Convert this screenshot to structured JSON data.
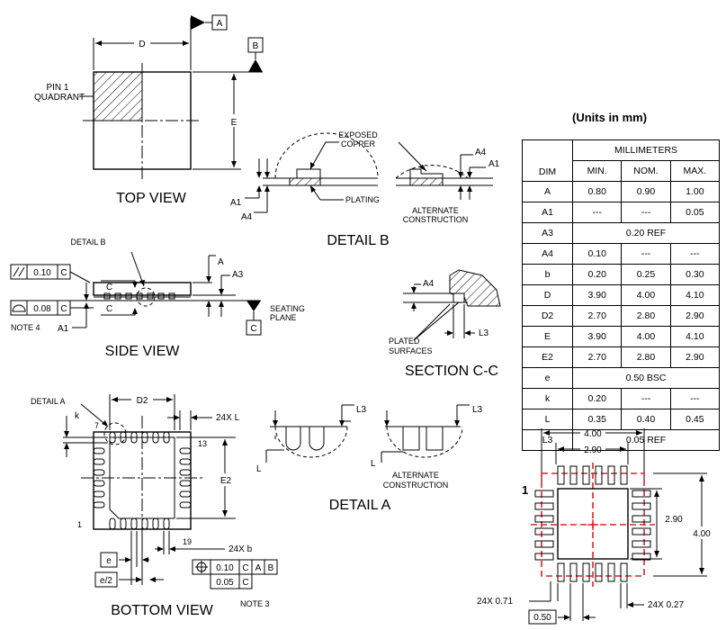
{
  "views": {
    "top_view": "TOP VIEW",
    "side_view": "SIDE VIEW",
    "bottom_view": "BOTTOM VIEW",
    "detail_b": "DETAIL B",
    "section_cc": "SECTION C-C",
    "detail_a": "DETAIL A"
  },
  "top_view": {
    "datum_a": "A",
    "datum_b": "B",
    "dim_d": "D",
    "dim_e": "E",
    "pin1_line1": "PIN 1",
    "pin1_line2": "QUADRANT"
  },
  "detail_b": {
    "exposed_line1": "EXPOSED",
    "exposed_line2": "COPPER",
    "plating": "PLATING",
    "alt_line1": "ALTERNATE",
    "alt_line2": "CONSTRUCTION",
    "a1_left": "A1",
    "a4_left": "A4",
    "a4_right": "A4",
    "a1_right": "A1"
  },
  "side_view": {
    "detail_b": "DETAIL B",
    "dim_a": "A",
    "dim_a3": "A3",
    "dim_a1": "A1",
    "section_c_top": "C",
    "section_c_bottom": "C",
    "fcf1_value": "0.10",
    "fcf1_datum": "C",
    "fcf2_value": "0.08",
    "fcf2_datum": "C",
    "note4": "NOTE 4",
    "seating_line1": "SEATING",
    "seating_line2": "PLANE",
    "datum_c": "C"
  },
  "section_cc": {
    "a4": "A4",
    "l3": "L3",
    "plated_line1": "PLATED",
    "plated_line2": "SURFACES"
  },
  "bottom_view": {
    "detail_a": "DETAIL A",
    "dim_k": "k",
    "dim_d2": "D2",
    "dim_24xl": "24X L",
    "dim_e2": "E2",
    "pin_7": "7",
    "pin_13": "13",
    "pin_1": "1",
    "pin_19": "19",
    "dim_24xb": "24X b",
    "dim_e": "e",
    "dim_e_half": "e/2",
    "fcf_value1": "0.10",
    "fcf_c": "C",
    "fcf_a": "A",
    "fcf_b": "B",
    "fcf_value2": "0.05",
    "fcf_c2": "C",
    "note3": "NOTE 3"
  },
  "detail_a": {
    "l3_left": "L3",
    "l3_right": "L3",
    "l_left": "L",
    "l_right": "L",
    "alt_line1": "ALTERNATE",
    "alt_line2": "CONSTRUCTION"
  },
  "table": {
    "units": "(Units in mm)",
    "group_header": "MILLIMETERS",
    "col_dim": "DIM",
    "col_min": "MIN.",
    "col_nom": "NOM.",
    "col_max": "MAX.",
    "rows": [
      {
        "dim": "A",
        "min": "0.80",
        "nom": "0.90",
        "max": "1.00"
      },
      {
        "dim": "A1",
        "min": "---",
        "nom": "---",
        "max": "0.05"
      },
      {
        "dim": "A3",
        "span": "0.20 REF"
      },
      {
        "dim": "A4",
        "min": "0.10",
        "nom": "---",
        "max": "---"
      },
      {
        "dim": "b",
        "min": "0.20",
        "nom": "0.25",
        "max": "0.30"
      },
      {
        "dim": "D",
        "min": "3.90",
        "nom": "4.00",
        "max": "4.10"
      },
      {
        "dim": "D2",
        "min": "2.70",
        "nom": "2.80",
        "max": "2.90"
      },
      {
        "dim": "E",
        "min": "3.90",
        "nom": "4.00",
        "max": "4.10"
      },
      {
        "dim": "E2",
        "min": "2.70",
        "nom": "2.80",
        "max": "2.90"
      },
      {
        "dim": "e",
        "span": "0.50 BSC"
      },
      {
        "dim": "k",
        "min": "0.20",
        "nom": "---",
        "max": "---"
      },
      {
        "dim": "L",
        "min": "0.35",
        "nom": "0.40",
        "max": "0.45"
      },
      {
        "dim": "L3",
        "span": "0.05 REF"
      }
    ]
  },
  "footprint": {
    "width": "4.00",
    "pad_width": "2.90",
    "pad_height": "2.90",
    "height": "4.00",
    "pin1": "1",
    "pad_length": "24X 0.71",
    "pad_pitch_width": "24X 0.27",
    "pitch": "0.50"
  },
  "colors": {
    "outline": "#000000",
    "centerline": "#d9262a"
  }
}
